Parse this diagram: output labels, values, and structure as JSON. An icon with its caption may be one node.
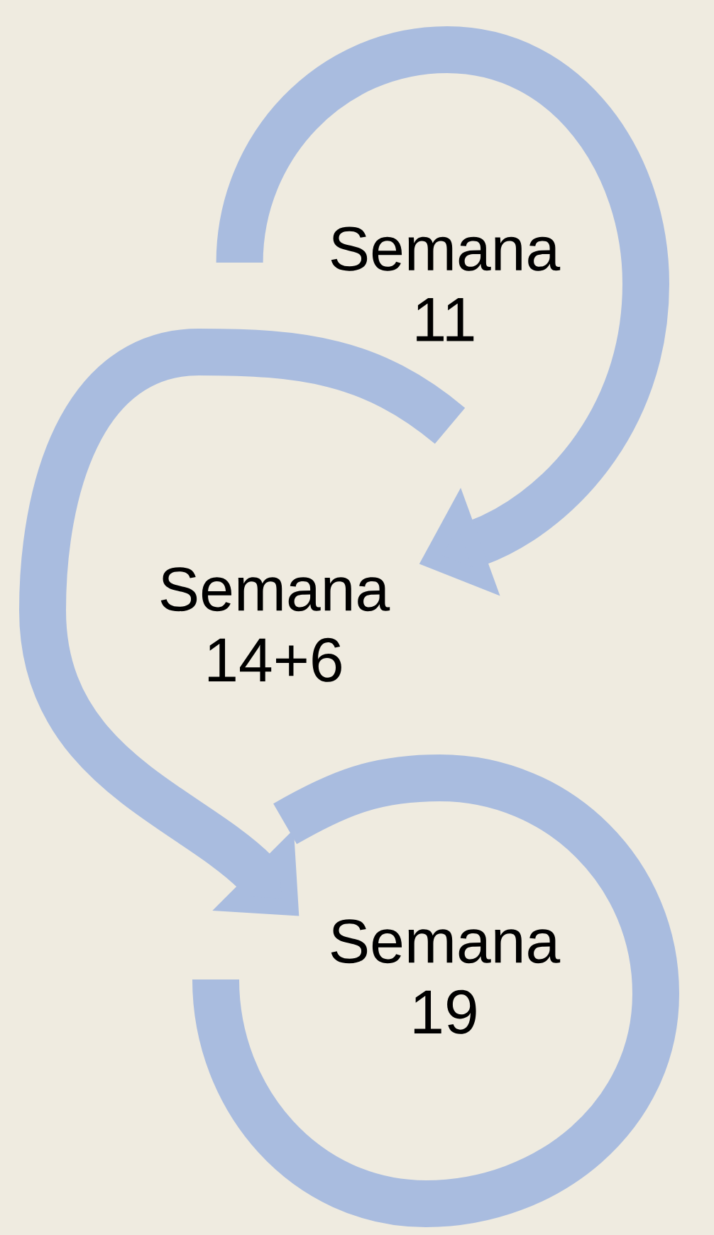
{
  "diagram": {
    "nodes": [
      {
        "text": [
          "Semana 11"
        ]
      },
      {
        "text": [
          "Semana 14+6"
        ]
      },
      {
        "text": [
          "Semana 19"
        ]
      }
    ],
    "edges": [
      {
        "from": 0,
        "to": 1,
        "arrow": "to"
      },
      {
        "from": null,
        "to": 2,
        "arrow": "to"
      },
      {
        "from": 2,
        "to": null,
        "arrow": "none"
      }
    ]
  }
}
